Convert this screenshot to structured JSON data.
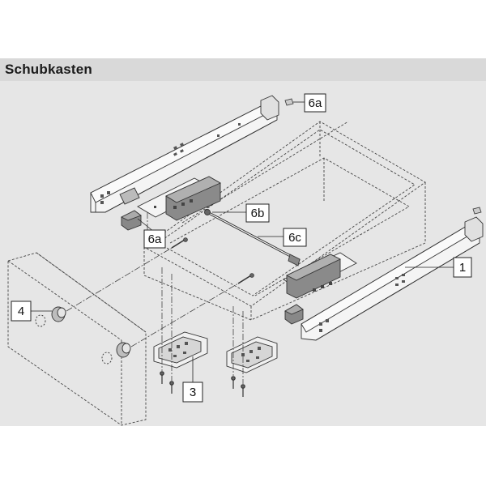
{
  "header": {
    "title": "Schubkasten"
  },
  "callouts": {
    "c6a_top": "6a",
    "c6a_left": "6a",
    "c6b": "6b",
    "c6c": "6c",
    "c1": "1",
    "c3": "3",
    "c4": "4"
  },
  "colors": {
    "header_bg": "#d9d9d9",
    "panel_bg": "#e6e6e6",
    "line": "#333333",
    "part_fill": "#f2f2f2",
    "part_dark": "#555555"
  }
}
